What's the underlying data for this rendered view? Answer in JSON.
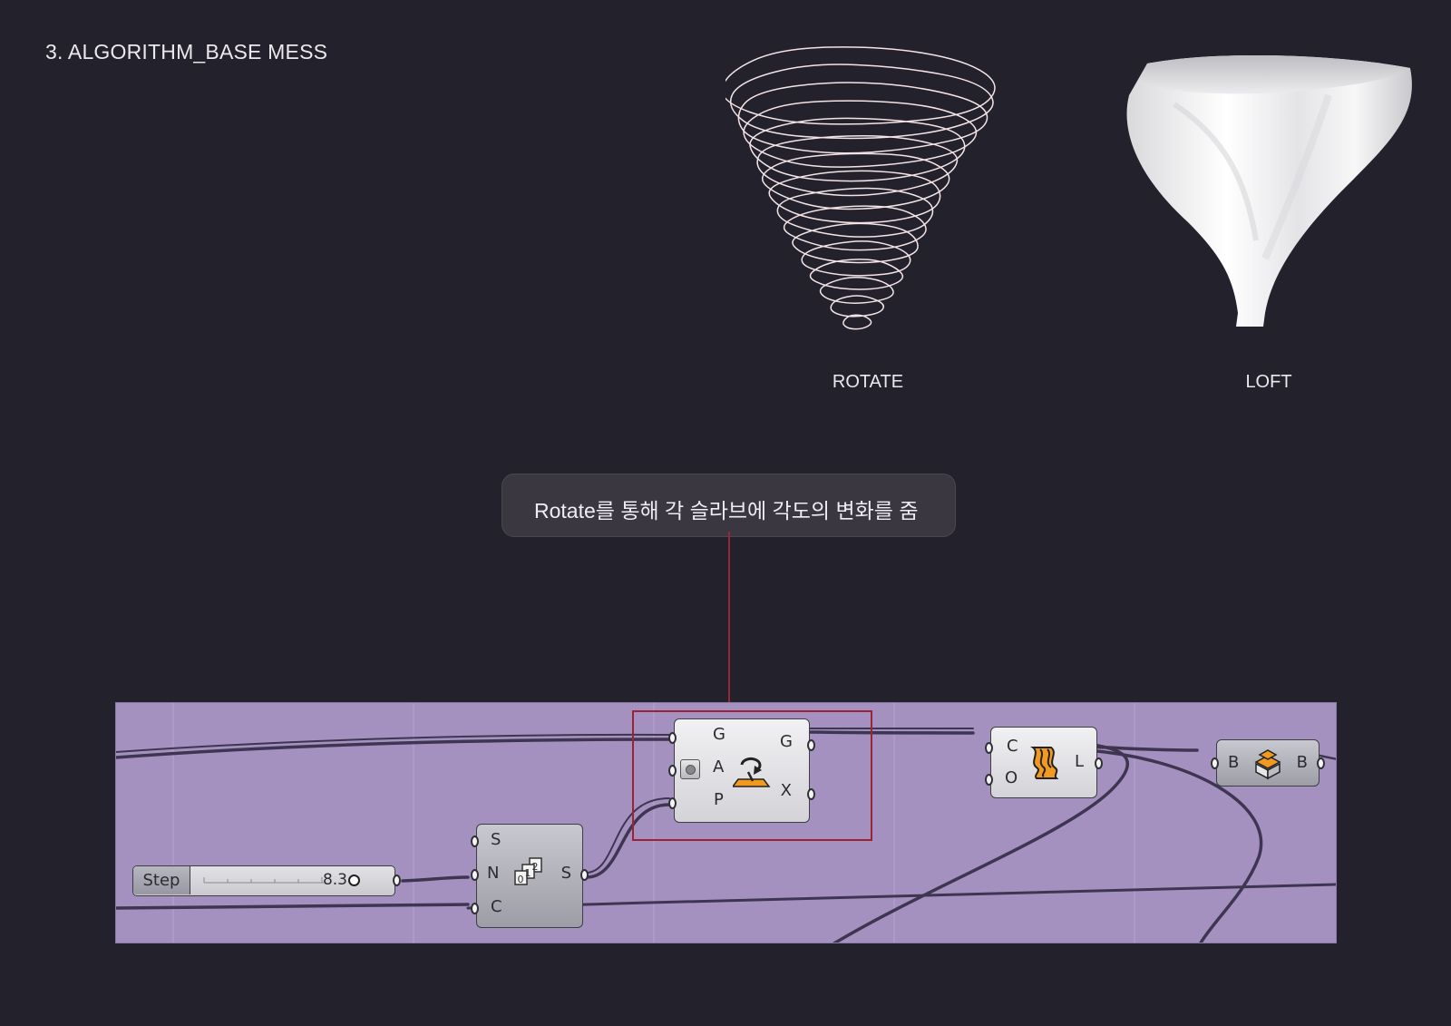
{
  "page": {
    "title": "3. ALGORITHM_BASE MESS"
  },
  "renders": [
    {
      "caption": "ROTATE"
    },
    {
      "caption": "LOFT"
    }
  ],
  "annotation": {
    "text": "Rotate를 통해 각 슬라브에 각도의 변화를 줌"
  },
  "slider": {
    "label": "Step",
    "value": "8.3"
  },
  "components": {
    "series": {
      "inputs": [
        "S",
        "N",
        "C"
      ],
      "outputs": [
        "S"
      ],
      "icon": "series-icon"
    },
    "rotate": {
      "inputs": [
        "G",
        "A",
        "P"
      ],
      "outputs": [
        "G",
        "X"
      ],
      "icon": "rotate-icon"
    },
    "loft": {
      "inputs": [
        "C",
        "O"
      ],
      "outputs": [
        "L"
      ],
      "icon": "loft-icon"
    },
    "cap": {
      "inputs": [
        "B"
      ],
      "outputs": [
        "B"
      ],
      "icon": "cap-holes-icon"
    }
  },
  "colors": {
    "background": "#22212c",
    "canvas": "#a591c0",
    "selection": "#9c2333",
    "wire": "#3e3650"
  }
}
